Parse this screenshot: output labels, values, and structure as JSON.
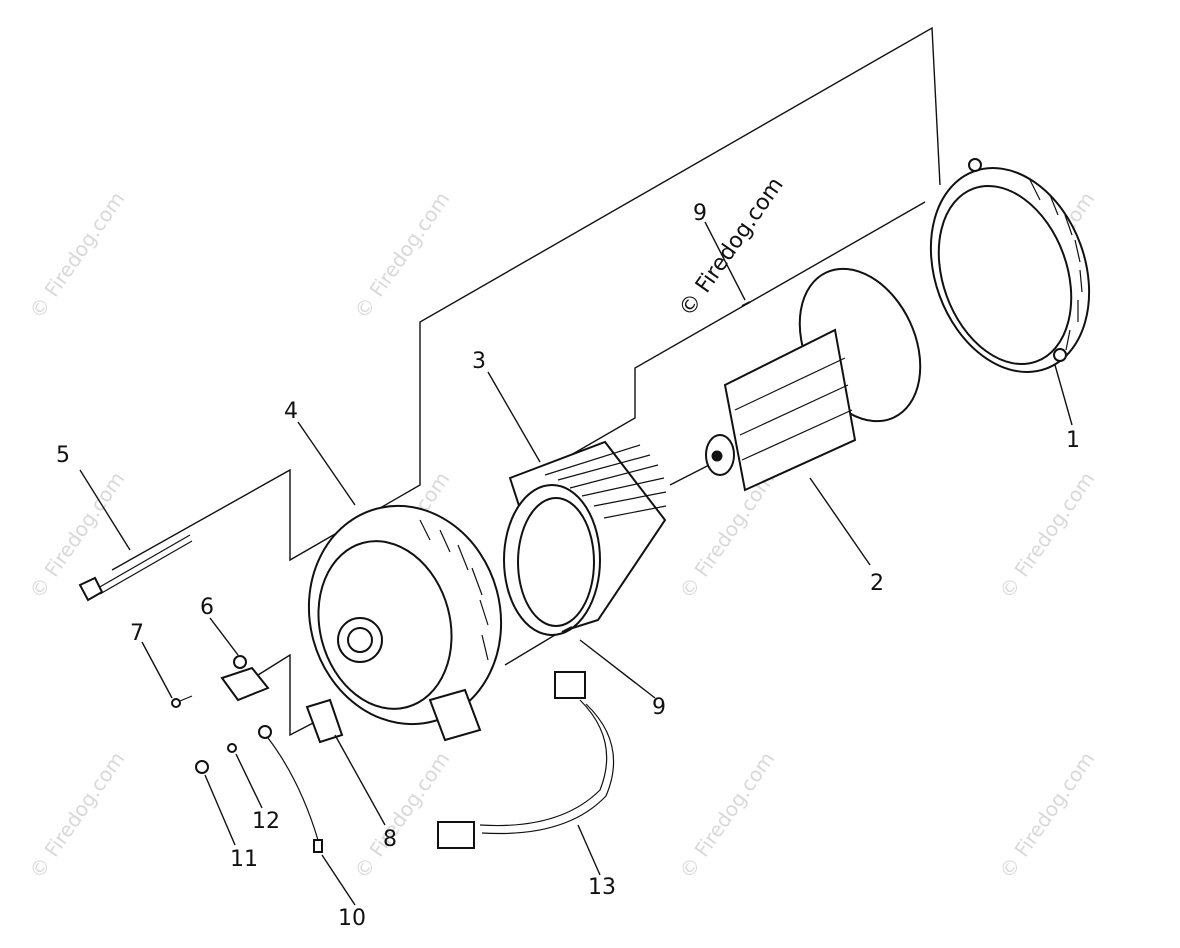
{
  "diagram": {
    "watermark_main": "© Firedog.com",
    "watermark_tile": "© Firedog.com",
    "callouts": [
      {
        "id": "c1",
        "text": "1"
      },
      {
        "id": "c2",
        "text": "2"
      },
      {
        "id": "c3",
        "text": "3"
      },
      {
        "id": "c4",
        "text": "4"
      },
      {
        "id": "c5",
        "text": "5"
      },
      {
        "id": "c6",
        "text": "6"
      },
      {
        "id": "c7",
        "text": "7"
      },
      {
        "id": "c8",
        "text": "8"
      },
      {
        "id": "c9a",
        "text": "9"
      },
      {
        "id": "c9b",
        "text": "9"
      },
      {
        "id": "c10",
        "text": "10"
      },
      {
        "id": "c11",
        "text": "11"
      },
      {
        "id": "c12",
        "text": "12"
      },
      {
        "id": "c13",
        "text": "13"
      }
    ]
  }
}
